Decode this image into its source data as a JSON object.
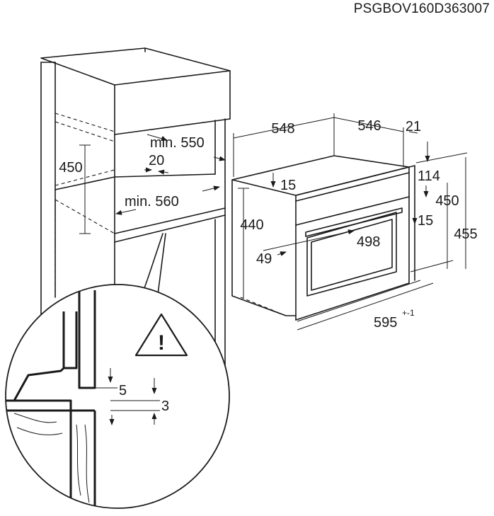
{
  "code": "PSGBOV160D363007",
  "cabinet": {
    "height": "450",
    "depth_min": "min. 550",
    "gap": "20",
    "width_min": "min. 560"
  },
  "oven": {
    "depth_total": "548",
    "depth_body": "546",
    "front_thickness": "21",
    "top_offset": "114",
    "side_offset": "15",
    "body_height": "440",
    "height": "450",
    "height_total": "455",
    "handle_offset": "15",
    "inner_width": "498",
    "side_distance": "49",
    "width": "595",
    "width_tolerance": "+-1"
  },
  "detail": {
    "gap_top": "5",
    "gap_bottom": "3",
    "warning_symbol": "!"
  },
  "icons": {
    "warning": "warning-triangle-icon"
  }
}
